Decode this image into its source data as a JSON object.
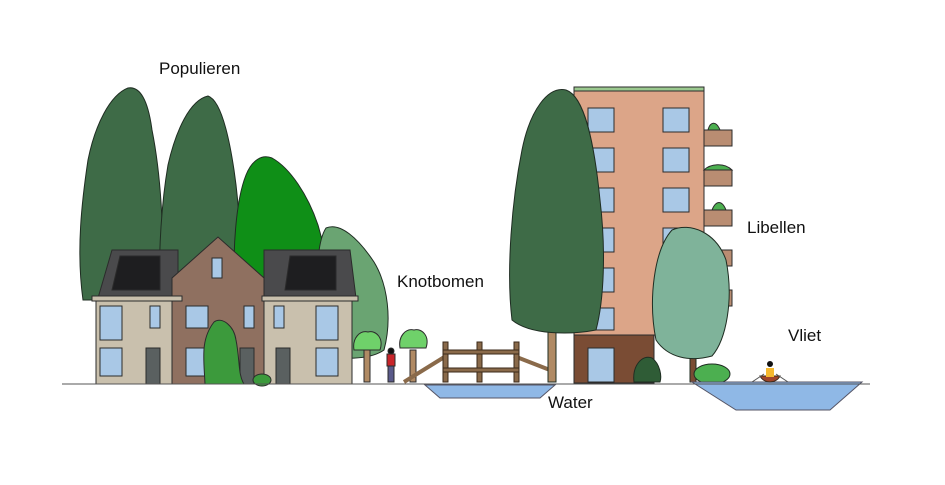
{
  "labels": {
    "poplars": "Populieren",
    "pollard_willows": "Knotbomen",
    "water": "Water",
    "dragonflies": "Libellen",
    "stream": "Vliet"
  },
  "colors": {
    "poplar": "#3e6b47",
    "bright_tree": "#0f8f17",
    "light_tree": "#6aa472",
    "sage_tree": "#7fb39a",
    "roof": "#4a4a4c",
    "house_wall": "#c9c0ad",
    "house_center": "#8f7060",
    "tower": "#dca588",
    "tower_base": "#7a4c34",
    "window": "#a9c8e6",
    "water": "#8fb8e6",
    "bridge": "#8a6a4a"
  }
}
